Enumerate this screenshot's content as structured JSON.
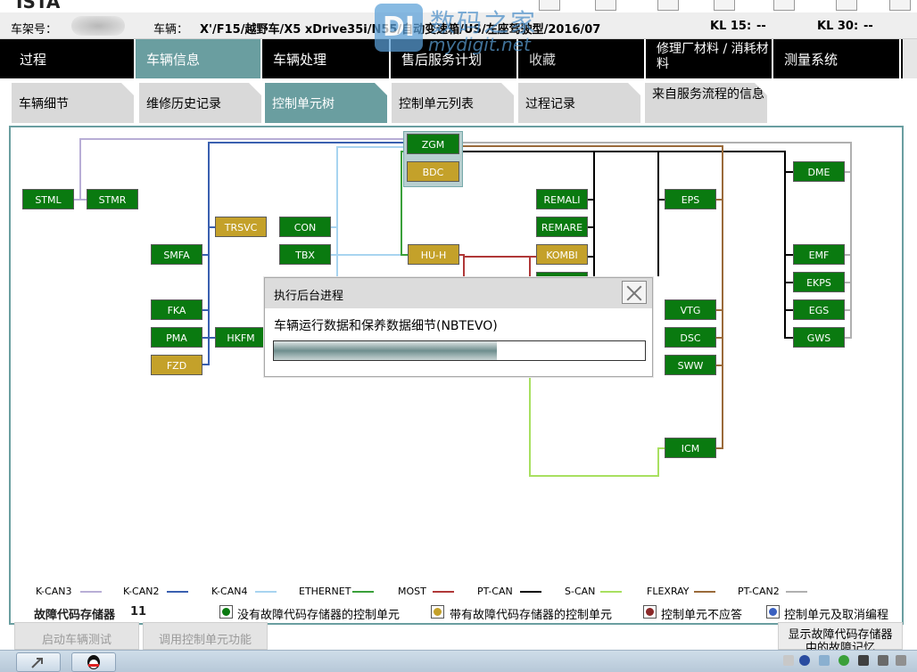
{
  "header": {
    "app_title": "ISTA",
    "frame_label": "车架号：",
    "vehicle_label": "车辆：",
    "vehicle_value": "X'/F15/越野车/X5 xDrive35i/N55/自动变速箱/US/左座驾驶型/2016/07",
    "kl15_label": "KL 15:",
    "kl15_value": "--",
    "kl30_label": "KL 30:",
    "kl30_value": "--"
  },
  "main_tabs": [
    {
      "label": "过程"
    },
    {
      "label": "车辆信息"
    },
    {
      "label": "车辆处理"
    },
    {
      "label": "售后服务计划"
    },
    {
      "label": "收藏"
    },
    {
      "label": "修理厂材料 / 消耗材料"
    },
    {
      "label": "测量系统"
    }
  ],
  "sub_tabs": [
    {
      "label": "车辆细节"
    },
    {
      "label": "维修历史记录"
    },
    {
      "label": "控制单元树"
    },
    {
      "label": "控制单元列表"
    },
    {
      "label": "过程记录"
    },
    {
      "label": "来自服务流程的信息"
    }
  ],
  "ecus": [
    {
      "id": "zgm",
      "label": "ZGM",
      "status": "ok"
    },
    {
      "id": "bdc",
      "label": "BDC",
      "status": "fault"
    },
    {
      "id": "stml",
      "label": "STML",
      "status": "ok"
    },
    {
      "id": "stmr",
      "label": "STMR",
      "status": "ok"
    },
    {
      "id": "trsvc",
      "label": "TRSVC",
      "status": "fault"
    },
    {
      "id": "con",
      "label": "CON",
      "status": "ok"
    },
    {
      "id": "smfa",
      "label": "SMFA",
      "status": "ok"
    },
    {
      "id": "tbx",
      "label": "TBX",
      "status": "ok"
    },
    {
      "id": "huh",
      "label": "HU-H",
      "status": "fault"
    },
    {
      "id": "remali",
      "label": "REMALI",
      "status": "ok"
    },
    {
      "id": "remare",
      "label": "REMARE",
      "status": "ok"
    },
    {
      "id": "kombi",
      "label": "KOMBI",
      "status": "fault"
    },
    {
      "id": "fka",
      "label": "FKA",
      "status": "ok"
    },
    {
      "id": "pma",
      "label": "PMA",
      "status": "ok"
    },
    {
      "id": "hkfm",
      "label": "HKFM",
      "status": "ok"
    },
    {
      "id": "fzd",
      "label": "FZD",
      "status": "fault"
    },
    {
      "id": "eps",
      "label": "EPS",
      "status": "ok"
    },
    {
      "id": "vtg",
      "label": "VTG",
      "status": "ok"
    },
    {
      "id": "dsc",
      "label": "DSC",
      "status": "ok"
    },
    {
      "id": "sww",
      "label": "SWW",
      "status": "ok"
    },
    {
      "id": "icm",
      "label": "ICM",
      "status": "ok"
    },
    {
      "id": "dme",
      "label": "DME",
      "status": "ok"
    },
    {
      "id": "emf",
      "label": "EMF",
      "status": "ok"
    },
    {
      "id": "ekps",
      "label": "EKPS",
      "status": "ok"
    },
    {
      "id": "egs",
      "label": "EGS",
      "status": "ok"
    },
    {
      "id": "gws",
      "label": "GWS",
      "status": "ok"
    }
  ],
  "bus_legend": [
    {
      "name": "K-CAN3",
      "color": "#b8aed6"
    },
    {
      "name": "K-CAN2",
      "color": "#3a60b0"
    },
    {
      "name": "K-CAN4",
      "color": "#a8d4f0"
    },
    {
      "name": "ETHERNET",
      "color": "#3aa03a"
    },
    {
      "name": "MOST",
      "color": "#b03838"
    },
    {
      "name": "PT-CAN",
      "color": "#000000"
    },
    {
      "name": "S-CAN",
      "color": "#a8e060"
    },
    {
      "name": "FLEXRAY",
      "color": "#9a6a3a"
    },
    {
      "name": "PT-CAN2",
      "color": "#b0b0b0"
    }
  ],
  "status_bar": {
    "fault_memory_label": "故障代码存储器",
    "fault_memory_count": "11",
    "no_fault_label": "没有故障代码存储器的控制单元",
    "with_fault_label": "带有故障代码存储器的控制单元",
    "no_response_label": "控制单元不应答",
    "cancelled_label": "控制单元及取消编程"
  },
  "buttons": {
    "start_test": "启动车辆测试",
    "call_function": "调用控制单元功能",
    "show_fault_1": "显示故障代码存储器",
    "show_fault_2": "中的故障记忆"
  },
  "dialog": {
    "title": "执行后台进程",
    "message": "车辆运行数据和保养数据细节(NBTEVO)",
    "progress": 0.6
  },
  "watermark": {
    "badge": "DI",
    "name": "数码之家",
    "url": "mydigit.net"
  }
}
